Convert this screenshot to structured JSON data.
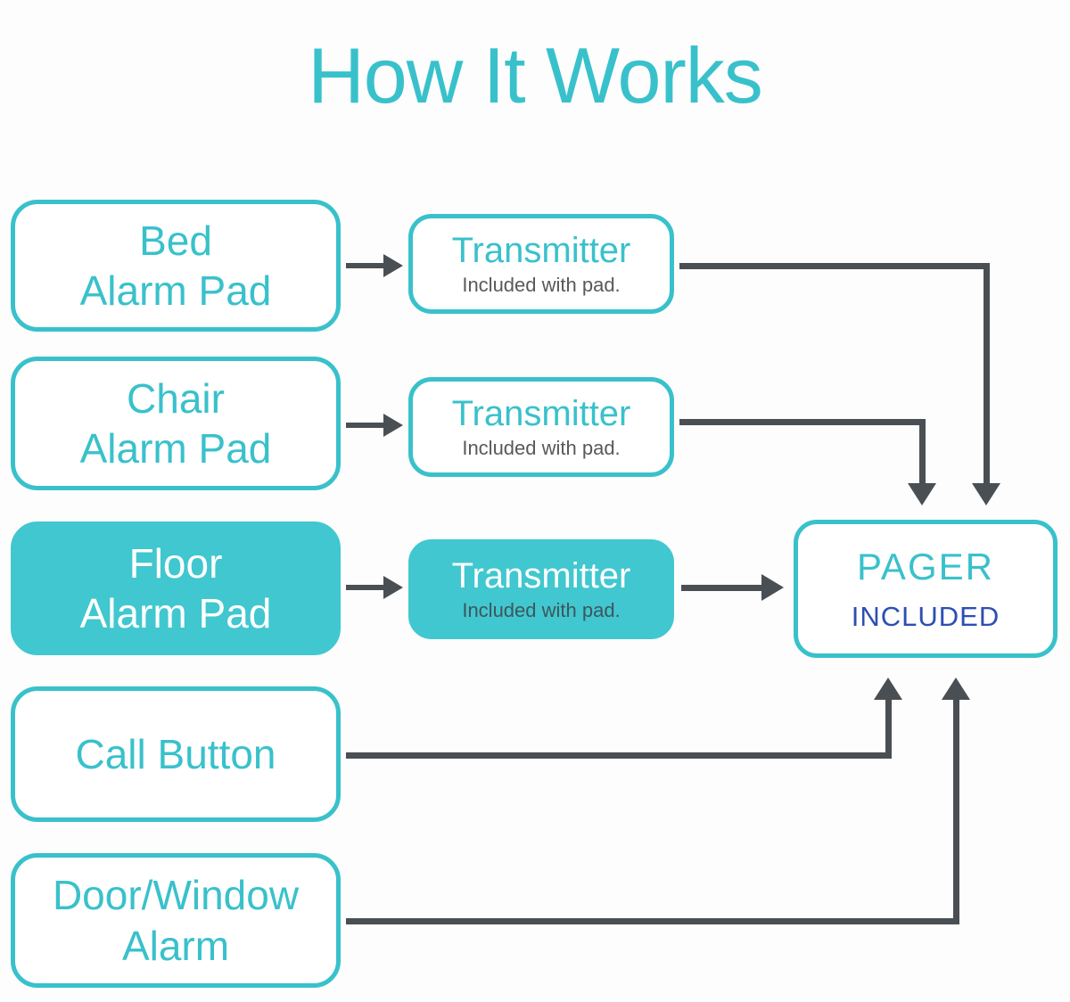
{
  "title": "How It Works",
  "colors": {
    "teal": "#39c1cb",
    "teal_fill": "#41c7cf",
    "arrow_gray": "#4a4f54",
    "included_blue": "#2d4fb2",
    "note_gray": "#58595b",
    "note_on_teal": "#3e565c",
    "background": "#fdfdfd"
  },
  "nodes": {
    "sources": [
      {
        "id": "bed-alarm-pad",
        "lines": [
          "Bed",
          "Alarm Pad"
        ],
        "filled": false
      },
      {
        "id": "chair-alarm-pad",
        "lines": [
          "Chair",
          "Alarm Pad"
        ],
        "filled": false
      },
      {
        "id": "floor-alarm-pad",
        "lines": [
          "Floor",
          "Alarm Pad"
        ],
        "filled": true
      },
      {
        "id": "call-button",
        "lines": [
          "Call Button"
        ],
        "filled": false
      },
      {
        "id": "door-window-alarm",
        "lines": [
          "Door/Window",
          "Alarm"
        ],
        "filled": false
      }
    ],
    "transmitters": [
      {
        "id": "transmitter-1",
        "label": "Transmitter",
        "note": "Included with pad.",
        "filled": false
      },
      {
        "id": "transmitter-2",
        "label": "Transmitter",
        "note": "Included with pad.",
        "filled": false
      },
      {
        "id": "transmitter-3",
        "label": "Transmitter",
        "note": "Included with pad.",
        "filled": true
      }
    ],
    "pager": {
      "id": "pager",
      "label": "PAGER",
      "note": "INCLUDED"
    }
  },
  "connections": [
    {
      "from": "bed-alarm-pad",
      "to": "transmitter-1"
    },
    {
      "from": "chair-alarm-pad",
      "to": "transmitter-2"
    },
    {
      "from": "floor-alarm-pad",
      "to": "transmitter-3"
    },
    {
      "from": "transmitter-1",
      "to": "pager"
    },
    {
      "from": "transmitter-2",
      "to": "pager"
    },
    {
      "from": "transmitter-3",
      "to": "pager"
    },
    {
      "from": "call-button",
      "to": "pager"
    },
    {
      "from": "door-window-alarm",
      "to": "pager"
    }
  ]
}
